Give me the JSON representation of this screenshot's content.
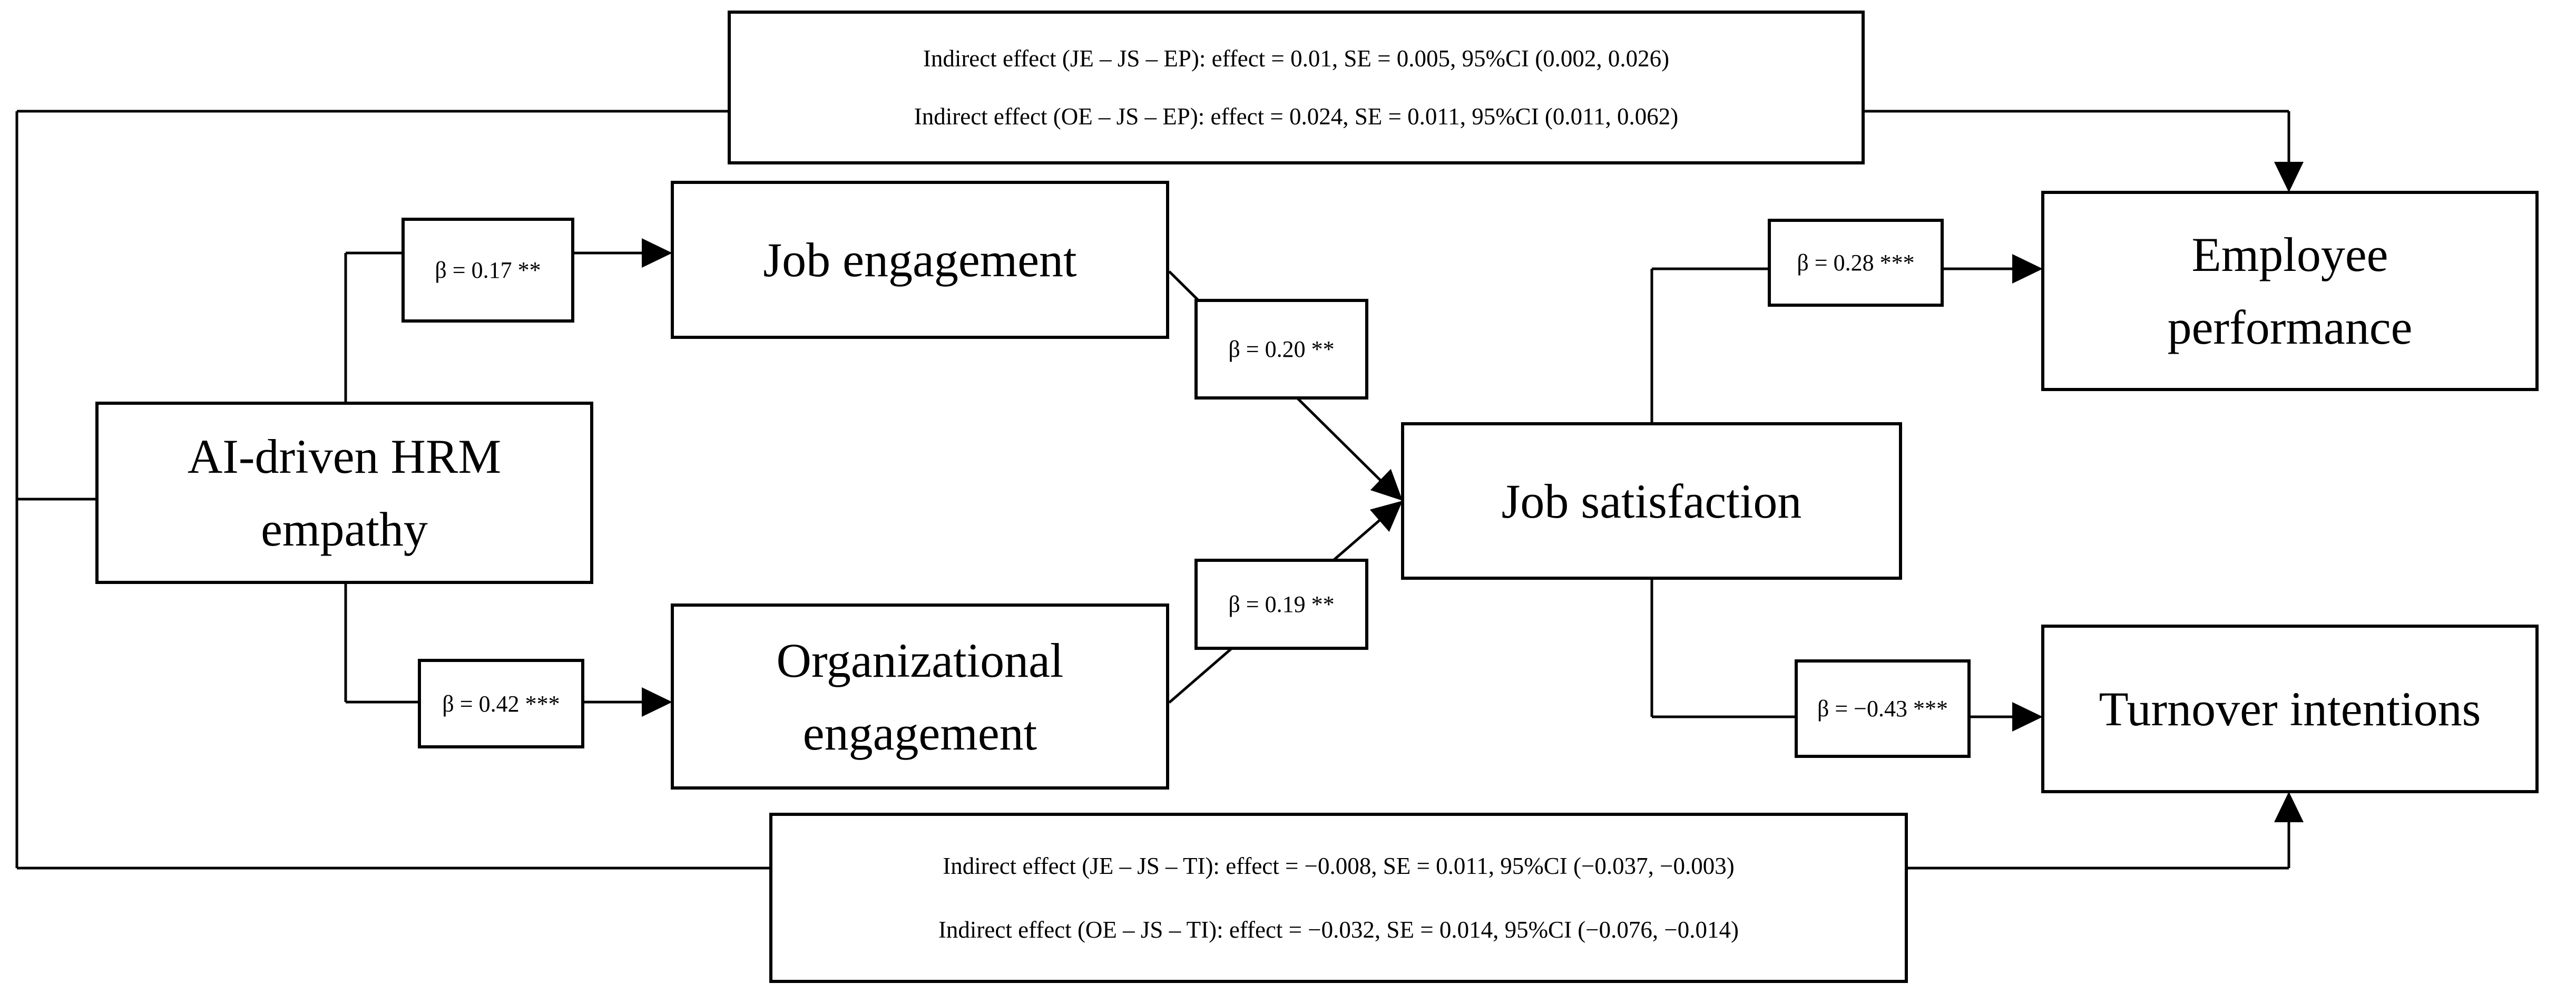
{
  "diagram": {
    "type": "path-model",
    "nodes": {
      "ai": {
        "line1": "AI-driven HRM",
        "line2": "empathy"
      },
      "je": {
        "label": "Job engagement"
      },
      "oe": {
        "line1": "Organizational",
        "line2": "engagement"
      },
      "js": {
        "label": "Job satisfaction"
      },
      "ep": {
        "line1": "Employee",
        "line2": "performance"
      },
      "ti": {
        "label": "Turnover intentions"
      }
    },
    "coefficients": {
      "ai_je": "β = 0.17 **",
      "ai_oe": "β = 0.42 ***",
      "je_js": "β = 0.20 **",
      "oe_js": "β = 0.19 **",
      "js_ep": "β = 0.28 ***",
      "js_ti": "β = −0.43 ***"
    },
    "indirect_top": {
      "line1": "Indirect effect (JE – JS – EP): effect = 0.01, SE = 0.005, 95%CI (0.002, 0.026)",
      "line2": "Indirect effect (OE – JS – EP): effect = 0.024, SE = 0.011, 95%CI (0.011, 0.062)"
    },
    "indirect_bottom": {
      "line1": "Indirect effect (JE – JS – TI): effect = −0.008, SE = 0.011, 95%CI (−0.037, −0.003)",
      "line2": "Indirect effect (OE – JS – TI): effect = −0.032, SE = 0.014, 95%CI (−0.076, −0.014)"
    },
    "colors": {
      "line": "#000000",
      "box_border": "#000000",
      "box_background": "#ffffff",
      "background": "#ffffff",
      "text": "#000000"
    }
  }
}
